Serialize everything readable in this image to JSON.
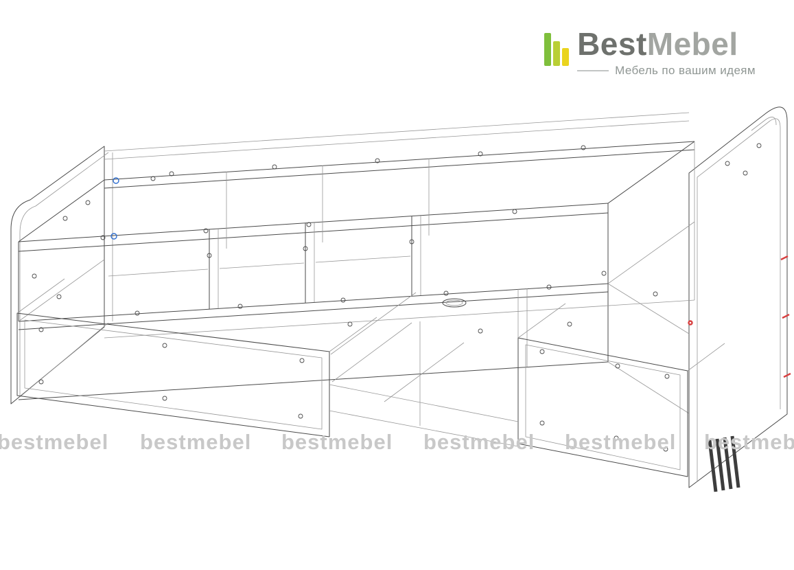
{
  "brand": {
    "name_primary": "Best",
    "name_secondary": "Mebel",
    "tagline": "Мебель по вашим идеям"
  },
  "watermark": {
    "text": "bestmebel"
  },
  "drawing": {
    "kind": "furniture-assembly-wireframe",
    "subject": "cabinet carcass with two pulled-out drawers, side panels and cable grommet"
  },
  "colors": {
    "line": "#4a4a4a",
    "line-light": "#979797",
    "connector-blue": "#2f6fd0",
    "connector-red": "#d84040",
    "watermark": "#c8c8c8",
    "canvas": "#ffffff",
    "brand-bar1": "#7fbf3c",
    "brand-bar2": "#b9cf35",
    "brand-bar3": "#ead41f",
    "brand-primary": "#6e716d",
    "brand-secondary": "#a2a5a1",
    "brand-tagline": "#8f9693"
  }
}
